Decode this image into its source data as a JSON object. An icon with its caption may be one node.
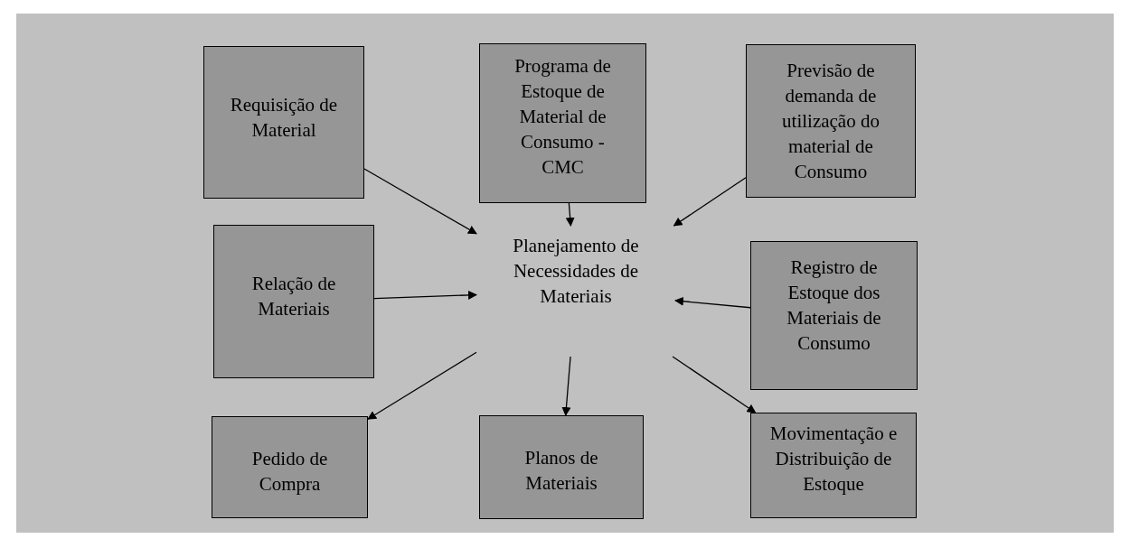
{
  "diagram": {
    "nodes": [
      {
        "text": [
          "Requisição de Material"
        ]
      },
      {
        "text": [
          "Programa de Estoque de Material de Consumo - CMC"
        ]
      },
      {
        "text": [
          "Previsão de demanda de utilização do material de Consumo"
        ]
      },
      {
        "text": [
          "Relação de Materiais"
        ]
      },
      {
        "text": [
          "Planejamento de Necessidades de Materiais"
        ]
      },
      {
        "text": [
          "Registro de Estoque dos Materiais de Consumo"
        ]
      },
      {
        "text": [
          "Pedido de Compra"
        ]
      },
      {
        "text": [
          "Planos de Materiais"
        ]
      },
      {
        "text": [
          "Movimentação e Distribuição de Estoque"
        ]
      }
    ],
    "edges": [
      {
        "from": 0,
        "to": 4,
        "arrow": "to"
      },
      {
        "from": 1,
        "to": 4,
        "arrow": "to"
      },
      {
        "from": 2,
        "to": 4,
        "arrow": "to"
      },
      {
        "from": 3,
        "to": 4,
        "arrow": "to"
      },
      {
        "from": 5,
        "to": 4,
        "arrow": "to"
      },
      {
        "from": 4,
        "to": 6,
        "arrow": "to"
      },
      {
        "from": 4,
        "to": 7,
        "arrow": "to"
      },
      {
        "from": 4,
        "to": 8,
        "arrow": "to"
      }
    ]
  }
}
